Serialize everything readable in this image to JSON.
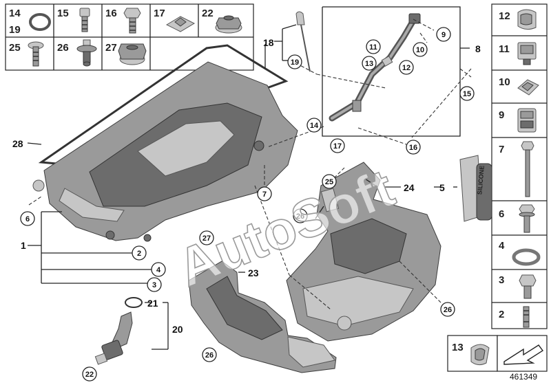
{
  "watermark": "AutoSoft",
  "doc_id": "461349",
  "top_grid": [
    {
      "num": "14",
      "sub": "19"
    },
    {
      "num": "15"
    },
    {
      "num": "16"
    },
    {
      "num": "17"
    },
    {
      "num": "22"
    },
    {
      "num": "25"
    },
    {
      "num": "26"
    },
    {
      "num": "27"
    }
  ],
  "right_column": [
    "12",
    "11",
    "10",
    "9",
    "7",
    "6",
    "4",
    "3",
    "2"
  ],
  "bottom_cell": "13",
  "callouts": {
    "c28": "28",
    "c14": "14",
    "c19": "19",
    "c18": "18",
    "c11": "11",
    "c9": "9",
    "c10": "10",
    "c13": "13",
    "c12": "12",
    "c8": "8",
    "c15": "15",
    "c17": "17",
    "c16": "16",
    "c7": "7",
    "c6": "6",
    "c1": "1",
    "c2": "2",
    "c4": "4",
    "c3": "3",
    "c27": "27",
    "c25": "25",
    "c24": "24",
    "c26a": "26",
    "c5": "5",
    "c23": "23",
    "c21": "21",
    "c20": "20",
    "c22": "22",
    "c26b": "26",
    "c26c": "26"
  },
  "sealant_label": "SILICONE"
}
